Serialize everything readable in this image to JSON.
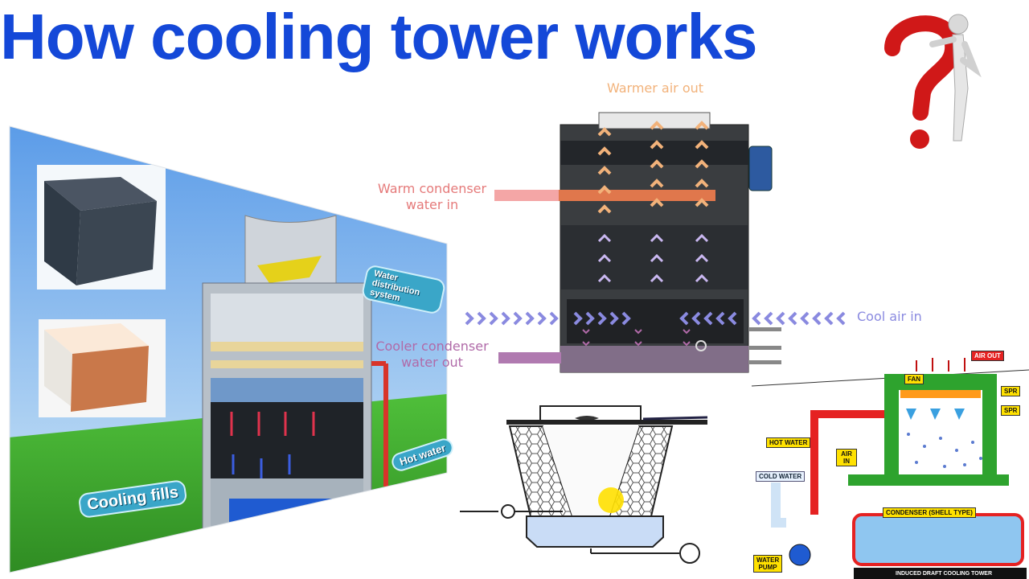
{
  "title": "How cooling tower works",
  "icons": {
    "question_figure": "thinking-person-question-mark-icon"
  },
  "colors": {
    "title": "#1448d8",
    "warm_label": "#e57a7a",
    "warmer_air": "#f2b27a",
    "cool_air": "#8a8ae0",
    "cooler_water": "#b06aa8"
  },
  "render_3d": {
    "labels": {
      "water_distribution": "Water distribution system",
      "hot_water": "Hot water",
      "cooling_fills": "Cooling fills"
    }
  },
  "main_diagram": {
    "labels": {
      "warmer_air_out": "Warmer air out",
      "warm_condenser_water_in": "Warm condenser water in",
      "cool_air_in": "Cool air in",
      "cooler_condenser_water_out": "Cooler condenser water out"
    }
  },
  "induced_draft": {
    "labels": {
      "air_out": "AIR OUT",
      "fan": "FAN",
      "spr1": "SPR",
      "spr2": "SPR",
      "hot_water": "HOT WATER",
      "air_in": "AIR IN",
      "cold_water": "COLD WATER",
      "condenser": "CONDENSER (SHELL TYPE)",
      "water_pump": "WATER PUMP",
      "caption": "INDUCED DRAFT COOLING TOWER"
    }
  }
}
